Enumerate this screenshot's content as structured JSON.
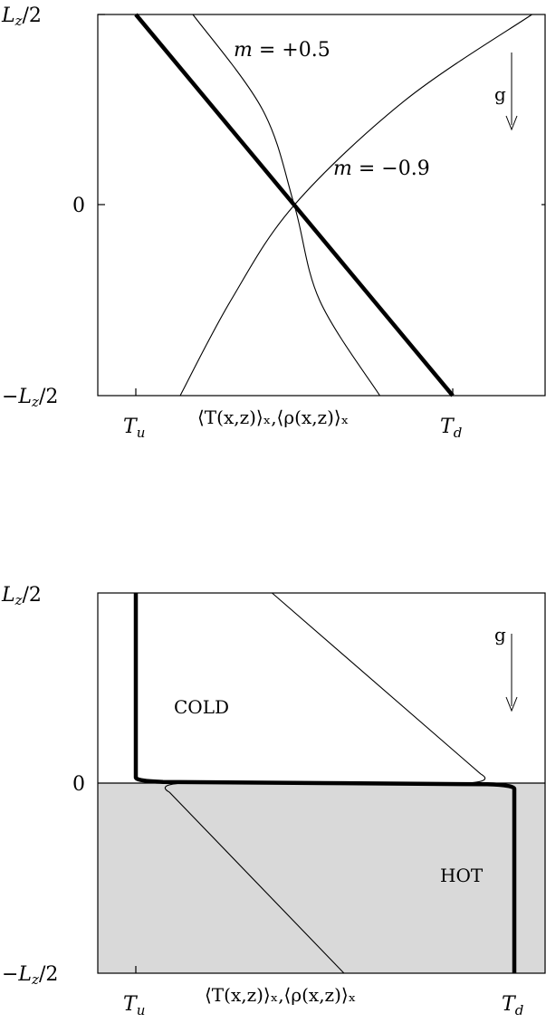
{
  "chart_data": [
    {
      "type": "line",
      "xlabel": "⟨T(x,z)⟩ₓ,⟨ρ(x,z)⟩ₓ",
      "x_ticks": [
        "T",
        "T"
      ],
      "x_tick_subscripts": [
        "u",
        "d"
      ],
      "y_ticks": [
        "L",
        "0",
        "−L"
      ],
      "y_tick_suffix": "z/2",
      "ylim": [
        "−Lz/2",
        "Lz/2"
      ],
      "gravity_label": "g",
      "series": [
        {
          "role": "temperature",
          "style": "thick",
          "points": [
            {
              "x": 0.0,
              "z": 1.0
            },
            {
              "x": 1.0,
              "z": -1.0
            }
          ]
        },
        {
          "role": "density",
          "style": "thin",
          "label": "m = +0.5",
          "points": [
            {
              "x": 0.18,
              "z": 1.0
            },
            {
              "x": 0.4,
              "z": 0.5
            },
            {
              "x": 0.5,
              "z": 0.0
            },
            {
              "x": 0.58,
              "z": -0.5
            },
            {
              "x": 0.77,
              "z": -1.0
            }
          ]
        },
        {
          "role": "density",
          "style": "thin",
          "label": "m = −0.9",
          "points": [
            {
              "x": 0.14,
              "z": -1.0
            },
            {
              "x": 0.3,
              "z": -0.5
            },
            {
              "x": 0.5,
              "z": 0.0
            },
            {
              "x": 0.85,
              "z": 0.55
            },
            {
              "x": 1.25,
              "z": 1.0
            }
          ]
        }
      ],
      "grid": false
    },
    {
      "type": "line",
      "xlabel": "⟨T(x,z)⟩ₓ,⟨ρ(x,z)⟩ₓ",
      "x_ticks": [
        "T",
        "T"
      ],
      "x_tick_subscripts": [
        "u",
        "d"
      ],
      "y_ticks": [
        "L",
        "0",
        "−L"
      ],
      "y_tick_suffix": "z/2",
      "ylim": [
        "−Lz/2",
        "Lz/2"
      ],
      "gravity_label": "g",
      "regions": [
        {
          "label": "COLD",
          "z_range": [
            0,
            1
          ],
          "color": "#ffffff"
        },
        {
          "label": "HOT",
          "z_range": [
            -1,
            0
          ],
          "color": "#d9d9d9"
        }
      ],
      "series": [
        {
          "role": "temperature",
          "style": "thick",
          "points": [
            {
              "x": 0.0,
              "z": 1.0
            },
            {
              "x": 0.0,
              "z": 0.03
            },
            {
              "x": 0.5,
              "z": 0.0
            },
            {
              "x": 1.0,
              "z": -0.03
            },
            {
              "x": 1.0,
              "z": -1.0
            }
          ]
        },
        {
          "role": "density",
          "style": "thin",
          "points": [
            {
              "x": 0.36,
              "z": 1.0
            },
            {
              "x": 0.93,
              "z": 0.02
            },
            {
              "x": 0.5,
              "z": 0.0
            },
            {
              "x": 0.07,
              "z": -0.02
            },
            {
              "x": 0.55,
              "z": -1.0
            }
          ]
        }
      ],
      "grid": false
    }
  ]
}
